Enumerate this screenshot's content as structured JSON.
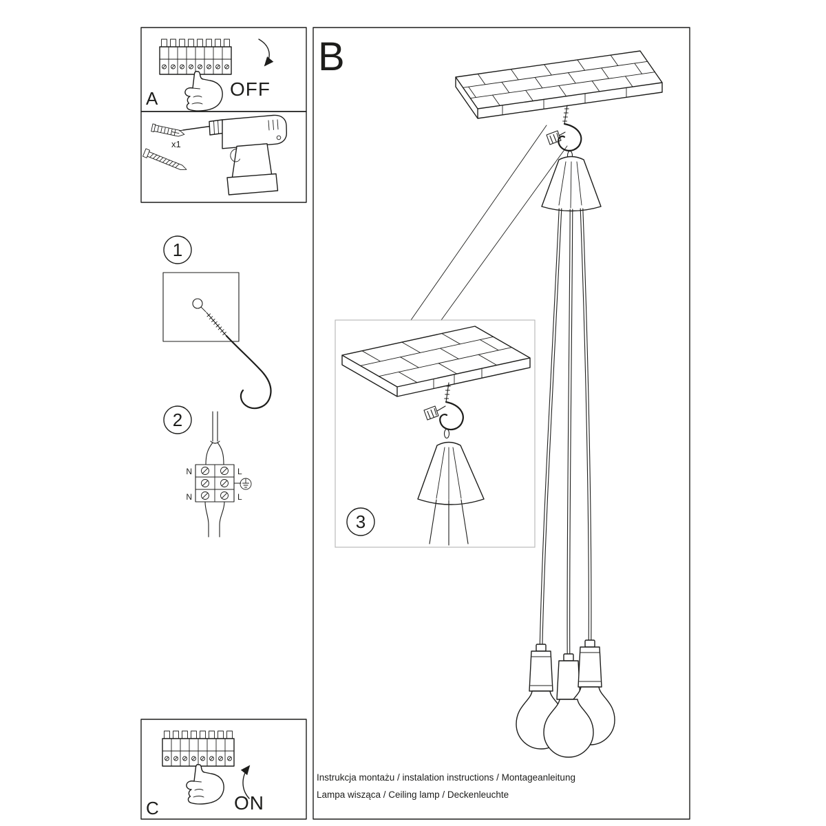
{
  "colors": {
    "ink": "#1d1d1b",
    "paper": "#ffffff",
    "zoom_box_border": "#b4b4b4"
  },
  "panel_a": {
    "label": "A",
    "switch_state": "OFF"
  },
  "tools_panel": {
    "anchor_quantity": "x1"
  },
  "panel_c": {
    "label": "C",
    "switch_state": "ON"
  },
  "main_panel": {
    "label": "B"
  },
  "steps": {
    "s1": "1",
    "s2": "2",
    "s3": "3"
  },
  "wiring": {
    "neutral_top": "N",
    "line_top": "L",
    "neutral_bottom": "N",
    "line_bottom": "L"
  },
  "footer": {
    "line1": "Instrukcja montażu / instalation instructions / Montageanleitung",
    "line2": "Lampa wisząca / Ceiling lamp / Deckenleuchte"
  },
  "illustrations": {
    "panel_a": [
      "circuit-breaker-row-icon",
      "pressing-hand-icon",
      "curved-arrow-down-icon"
    ],
    "tools": [
      "wall-plug-anchor-icon",
      "wood-screw-icon",
      "cordless-drill-icon"
    ],
    "step1": [
      "ceiling-square",
      "drill-hole",
      "hook-screw-icon"
    ],
    "step2": [
      "power-cable-icon",
      "terminal-block-icon",
      "earth-ground-icon"
    ],
    "step3_zoom": [
      "ceiling-slab",
      "ceiling-hook-icon",
      "canopy-cone",
      "pendant-cables"
    ],
    "main": [
      "ceiling-slab",
      "ceiling-hook-icon",
      "canopy-cone",
      "pendant-cables",
      "lamp-sockets",
      "light-bulbs"
    ],
    "panel_c": [
      "circuit-breaker-row-icon",
      "pressing-hand-icon",
      "curved-arrow-up-icon"
    ]
  }
}
